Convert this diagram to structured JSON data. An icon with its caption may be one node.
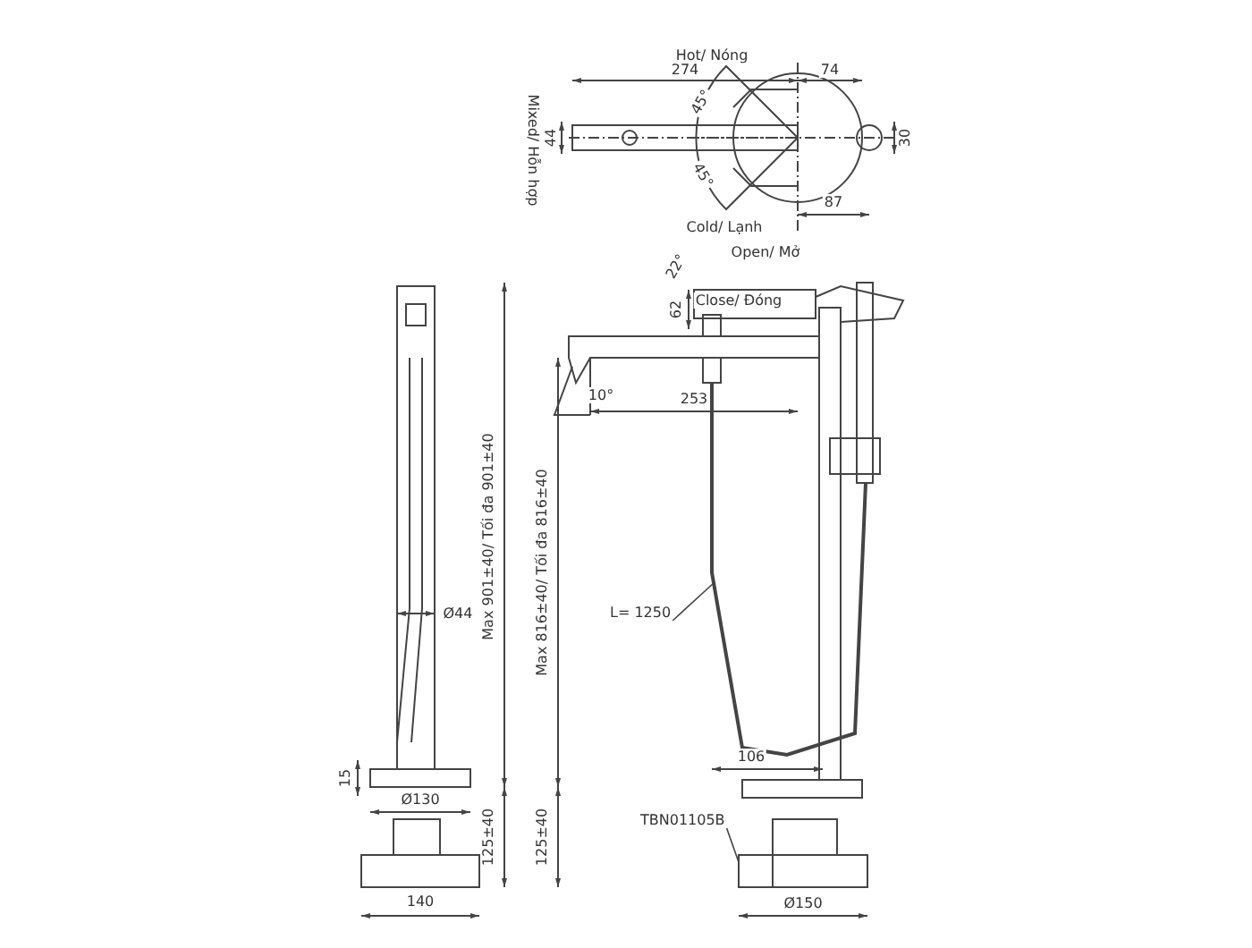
{
  "diagram": {
    "nodes": [
      {
        "text": [
          "L= 1250"
        ]
      },
      {
        "text": [],
        "shape": "hose"
      },
      {
        "text": [
          "TBN01105B"
        ]
      },
      {
        "text": [],
        "shape": "box"
      }
    ],
    "edges": [
      {
        "from": 0,
        "to": 1,
        "arrow": "none"
      },
      {
        "from": 2,
        "to": 3,
        "arrow": "none"
      }
    ],
    "labels": [
      "274",
      "74",
      "Hot/ Nóng",
      "45°",
      "Mixed/ Hỗn hợp",
      "44",
      "30",
      "45°",
      "Cold/ Lạnh",
      "87",
      "Open/ Mở",
      "22°",
      "Close/ Đóng",
      "62",
      "10°",
      "253",
      "Max 901±40/ Tối đa 901±40",
      "Max 816±40/ Tối đa 816±40",
      "Ø44",
      "15",
      "Ø130",
      "125±40",
      "140",
      "106",
      "125±40",
      "Ø150"
    ]
  }
}
